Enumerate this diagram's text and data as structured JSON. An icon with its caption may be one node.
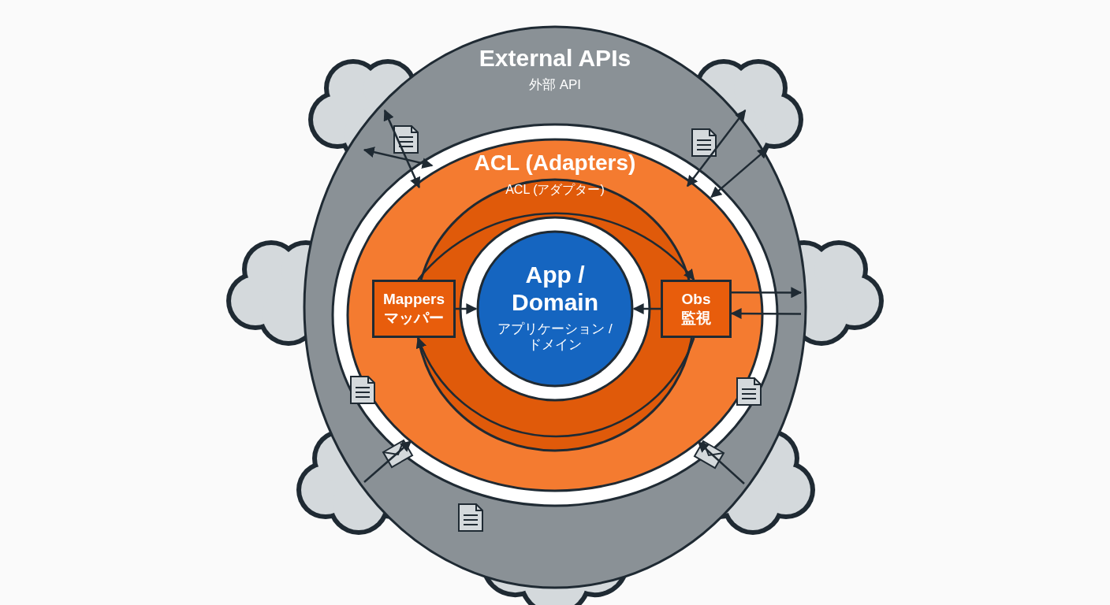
{
  "diagram": {
    "nodes": [
      {
        "text": [
          "External APIs",
          "外部 API"
        ]
      },
      {
        "text": [
          "ACL (Adapters)",
          "ACL (アダプター)"
        ],
        "in": 0
      },
      {
        "text": [
          "Mappers",
          "マッパー"
        ],
        "in": 1
      },
      {
        "text": [
          "App / Domain",
          "アプリケーション / ドメイン"
        ],
        "in": 1
      },
      {
        "text": [
          "Obs",
          "監視"
        ],
        "in": 1
      }
    ],
    "edges": [
      {
        "from": 2,
        "to": 3,
        "arrow": "to"
      },
      {
        "from": 4,
        "to": 3,
        "arrow": "to"
      },
      {
        "from": 2,
        "to": 4,
        "arrow": "to"
      },
      {
        "from": 4,
        "to": 2,
        "arrow": "to"
      },
      {
        "from": 4,
        "to": 0,
        "arrow": "to"
      },
      {
        "from": 0,
        "to": 4,
        "arrow": "to"
      },
      {
        "from": null,
        "to": 1,
        "arrow": "to"
      },
      {
        "from": null,
        "to": 1,
        "arrow": "to"
      },
      {
        "from": 0,
        "to": 1,
        "arrow": "both"
      },
      {
        "from": 0,
        "to": 1,
        "arrow": "both"
      },
      {
        "from": 0,
        "to": 1,
        "arrow": "both"
      },
      {
        "from": 0,
        "to": 1,
        "arrow": "both"
      }
    ]
  }
}
